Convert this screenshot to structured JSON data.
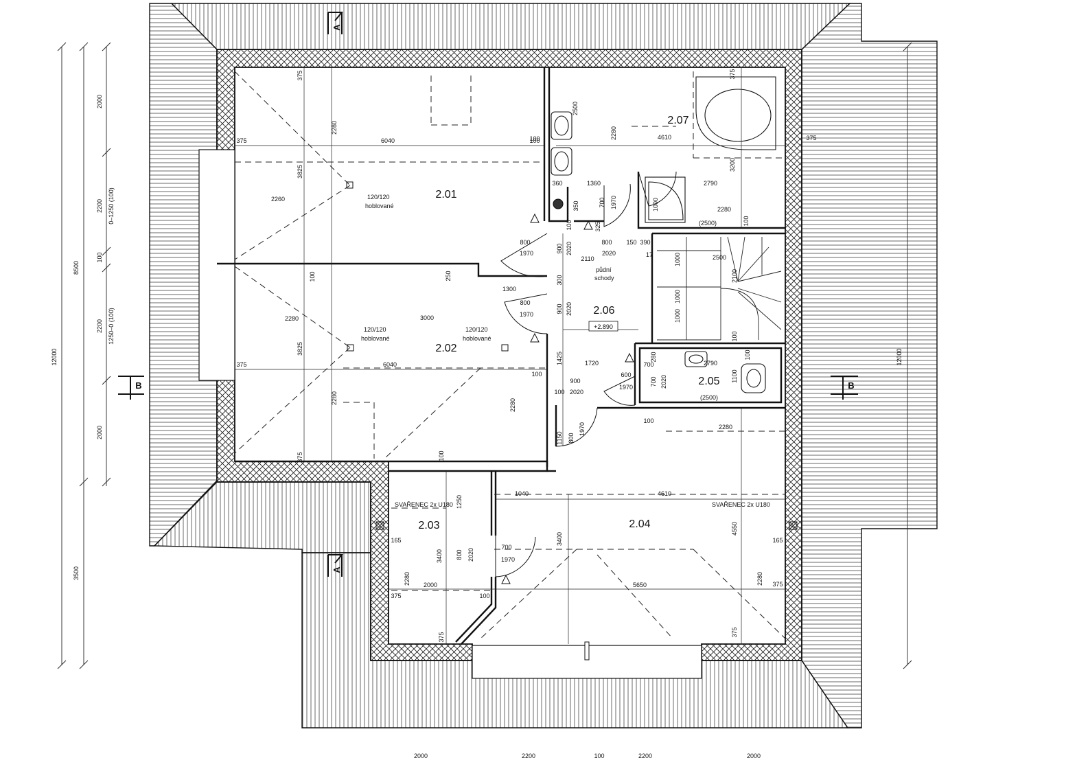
{
  "rooms": [
    {
      "id": "2.01",
      "label": "2.01"
    },
    {
      "id": "2.02",
      "label": "2.02"
    },
    {
      "id": "2.03",
      "label": "2.03"
    },
    {
      "id": "2.04",
      "label": "2.04"
    },
    {
      "id": "2.05",
      "label": "2.05"
    },
    {
      "id": "2.06",
      "label": "2.06"
    },
    {
      "id": "2.07",
      "label": "2.07"
    }
  ],
  "level_mark": "+2.890",
  "notes": {
    "beam_1": "120/120",
    "beam_1_sub": "hoblované",
    "beam_2": "120/120",
    "beam_2_sub": "hoblované",
    "beam_3": "120/120",
    "beam_3_sub": "hoblované",
    "stairs_1": "půdní",
    "stairs_2": "schody",
    "steel_left": "SVAŘENEC 2x U180",
    "steel_right": "SVAŘENEC 2x U180",
    "bath_right": "(2500)",
    "wc_right": "(2500)"
  },
  "sections": {
    "a_top": "A",
    "a_bottom": "A",
    "b_left": "B",
    "b_right": "B"
  },
  "left_dims": {
    "total": "12000",
    "d8500": "8500",
    "d3500": "3500",
    "d2000a": "2000",
    "d2200a": "2200",
    "d100": "100",
    "d2200b": "2200",
    "d2000b": "2000",
    "var1": "0–1250 (100)",
    "var2": "1250–0 (100)"
  },
  "right_dims": {
    "total": "12000"
  },
  "bottom_dims": {
    "b1": "2000",
    "b2": "2200",
    "b3": "100",
    "b4": "2200",
    "b5": "2000"
  },
  "dims": {
    "r201_375a": "375",
    "r201_2280a": "2280",
    "r201_375b": "375",
    "r201_6040": "6040",
    "r201_100": "100",
    "r201_3825": "3825",
    "r201_2260": "2260",
    "r202_100": "100",
    "r202_250": "250",
    "r202_2280a": "2280",
    "r202_3000": "3000",
    "r202_375": "375",
    "r202_6040": "6040",
    "r202_3825": "3825",
    "r202_2280b": "2280",
    "r202_2280c": "2280",
    "r202_100b": "100",
    "r202_375b": "375",
    "r202_100c": "100",
    "r207_2500": "2500",
    "r207_2280": "2280",
    "r207_4610": "4610",
    "r207_375": "375",
    "r207_375b": "375",
    "r207_3200": "3200",
    "r207_100": "100",
    "r207_360": "360",
    "r207_1360": "1360",
    "r207_2790": "2790",
    "r207_1000": "1000",
    "r207_2280b": "2280",
    "r207_100b": "100",
    "r207_350": "350",
    "r207_700": "700",
    "r207_1970": "1970",
    "r207_325": "325",
    "r207_100c": "100",
    "h_800a": "800",
    "h_1970a": "1970",
    "h_900a": "900",
    "h_2020a": "2020",
    "h_800b": "800",
    "h_150": "150",
    "h_390": "390",
    "h_2110": "2110",
    "h_2020b": "2020",
    "h_17": "17",
    "h_300": "300",
    "h_1300": "1300",
    "h_800c": "800",
    "h_1970b": "1970",
    "h_900b": "900",
    "h_2020c": "2020",
    "s_1000a": "1000",
    "s_2500": "2500",
    "s_2100": "2100",
    "s_1000b": "1000",
    "s_1000c": "1000",
    "s_100": "100",
    "r205_1425": "1425",
    "r205_1720": "1720",
    "r205_280": "280",
    "r205_2790": "2790",
    "r205_100": "100",
    "r205_600": "600",
    "r205_700": "700",
    "r205_700b": "700",
    "r205_2020": "2020",
    "r205_1970": "1970",
    "r205_1100": "1100",
    "r205_900": "900",
    "r205_100b": "100",
    "r205_2020b": "2020",
    "r204_100": "100",
    "r204_2280": "2280",
    "r204_1150": "1150",
    "r204_800": "800",
    "r204_1970": "1970",
    "r204_1040": "1040",
    "r204_4610": "4610",
    "r204_3400": "3400",
    "r204_4550": "4550",
    "r204_165": "165",
    "r204_5650": "5650",
    "r204_2280b": "2280",
    "r204_375": "375",
    "r204_375b": "375",
    "r203_1250": "1250",
    "r203_165": "165",
    "r203_3400": "3400",
    "r203_800": "800",
    "r203_2020": "2020",
    "r203_700": "700",
    "r203_1970": "1970",
    "r203_2280": "2280",
    "r203_2000": "2000",
    "r203_375": "375",
    "r203_100": "100",
    "r203_375b": "375",
    "r203_100b": "100"
  }
}
